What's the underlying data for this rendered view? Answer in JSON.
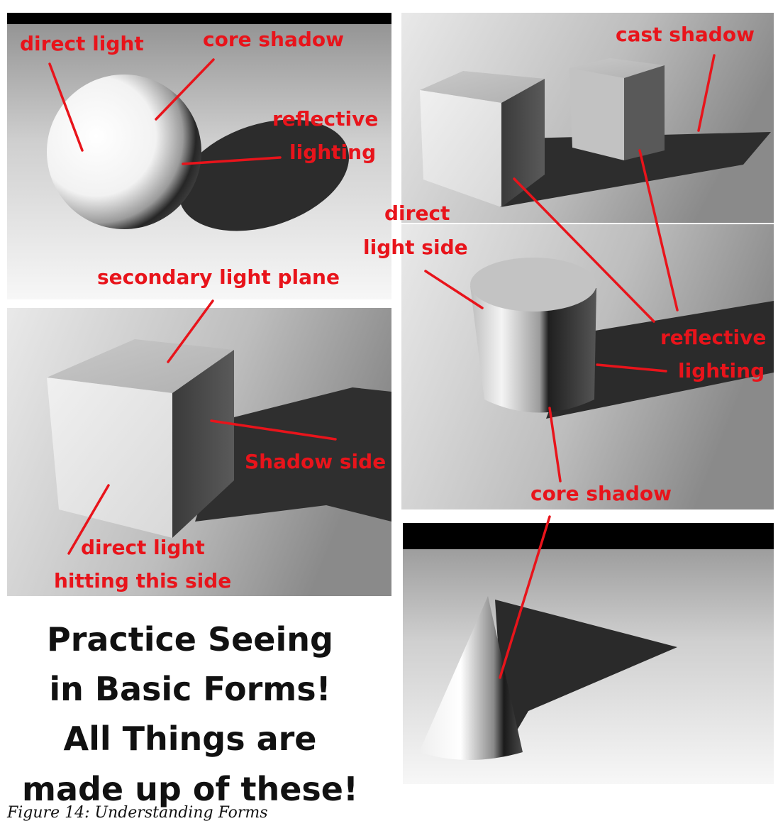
{
  "panels": {
    "sphere": {
      "labels": {
        "direct_light": "direct light",
        "core_shadow": "core shadow",
        "reflective": "reflective",
        "lighting": "lighting"
      }
    },
    "cubes": {
      "labels": {
        "cast_shadow": "cast shadow"
      }
    },
    "cube": {
      "labels": {
        "secondary_light_plane": "secondary light plane",
        "shadow_side": "Shadow side",
        "direct_light": "direct light",
        "hitting_this_side": "hitting this side"
      }
    },
    "cylinder": {
      "labels": {
        "direct": "direct",
        "light_side": "light side",
        "reflective": "reflective",
        "lighting": "lighting",
        "core_shadow": "core shadow"
      }
    }
  },
  "caption": {
    "line1": "Practice Seeing",
    "line2": "in Basic Forms!",
    "line3": "All Things are",
    "line4": "made up of these!"
  },
  "figure_caption": "Figure 14: Understanding Forms",
  "colors": {
    "label": "#e8141b",
    "shadow": "#2e2e2e",
    "caption": "#111111"
  }
}
